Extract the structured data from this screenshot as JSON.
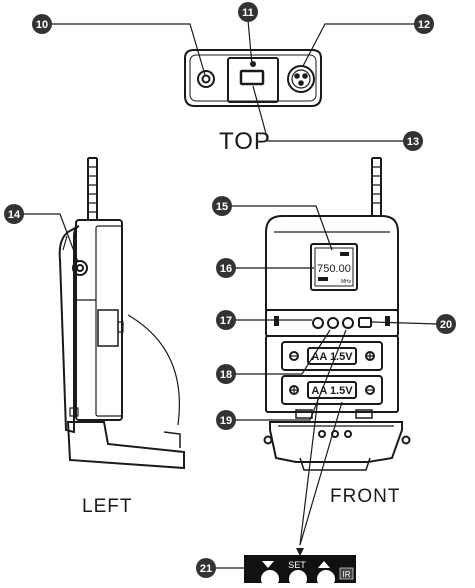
{
  "views": {
    "top": "TOP",
    "left": "LEFT",
    "front": "FRONT"
  },
  "callouts": [
    "10",
    "11",
    "12",
    "13",
    "14",
    "15",
    "16",
    "17",
    "18",
    "19",
    "20",
    "21"
  ],
  "lcd": {
    "freq": "750.00",
    "unit": "MHz"
  },
  "battery": {
    "label_1": "AA 1.5V",
    "label_2": "AA 1.5V"
  },
  "panel": {
    "set_label": "SET",
    "ir_label": "IR"
  },
  "colors": {
    "line": "#1a1a1a",
    "callout_fill": "#333333",
    "callout_text": "#ffffff",
    "panel_fill": "#111111"
  }
}
